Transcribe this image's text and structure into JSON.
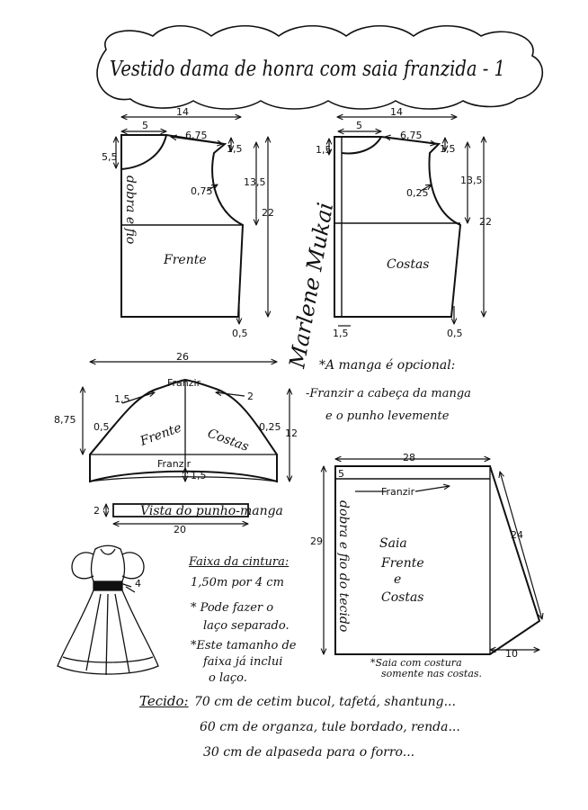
{
  "title": "Vestido dama de honra com saia franzida - 1",
  "front": {
    "label": "Frente",
    "width": "14",
    "neck_w": "5",
    "shoulder": "6,75",
    "shoulder_drop": "1,5",
    "neck_d": "5,5",
    "armhole_curve": "0,75",
    "armhole_d": "13,5",
    "length": "22",
    "side_ext": "0,5",
    "fold": "dobra e fio"
  },
  "back": {
    "label": "Costas",
    "width": "14",
    "neck_w": "5",
    "shoulder": "6,75",
    "shoulder_drop": "1,5",
    "neck_d": "1,5",
    "armhole_curve": "0,25",
    "armhole_d": "13,5",
    "length": "22",
    "cb_ext": "1,5",
    "side_ext": "0,5"
  },
  "signature": "Marlene Mukai",
  "sleeve": {
    "width": "26",
    "height": "12",
    "cap_h": "8,75",
    "gather_top": "Franzir",
    "gather_bottom": "Franzir",
    "left_off": "1,5",
    "right_off": "2",
    "left_curve": "0,5",
    "right_curve": "0,25",
    "hem_curve": "1,5",
    "front": "Frente",
    "back": "Costas"
  },
  "sleeve_notes": [
    "*A manga é opcional:",
    "-Franzir a cabeça da manga",
    "e o punho levemente"
  ],
  "cuff": {
    "label": "Vista do punho-manga",
    "height": "2",
    "length": "20"
  },
  "skirt": {
    "width": "28",
    "top": "5",
    "gather": "Franzir",
    "length": "29",
    "diag": "24",
    "hem_ext": "10",
    "fold": "dobra e fio do tecido",
    "label_lines": [
      "Saia",
      "Frente",
      "e",
      "Costas"
    ],
    "note": [
      "*Saia com costura",
      "somente nas costas."
    ]
  },
  "belt": {
    "title": "Faixa da cintura:",
    "lines": [
      "1,50m por 4 cm",
      "* Pode fazer o",
      "laço separado.",
      "*Este tamanho de",
      "faixa já inclui",
      "o laço."
    ],
    "mark": "4"
  },
  "fabric": {
    "title": "Tecido:",
    "lines": [
      "70 cm de   cetim bucol, tafetá, shantung...",
      "60 cm de   organza,    tule bordado, renda...",
      "30 cm de   alpaseda para o forro..."
    ]
  }
}
